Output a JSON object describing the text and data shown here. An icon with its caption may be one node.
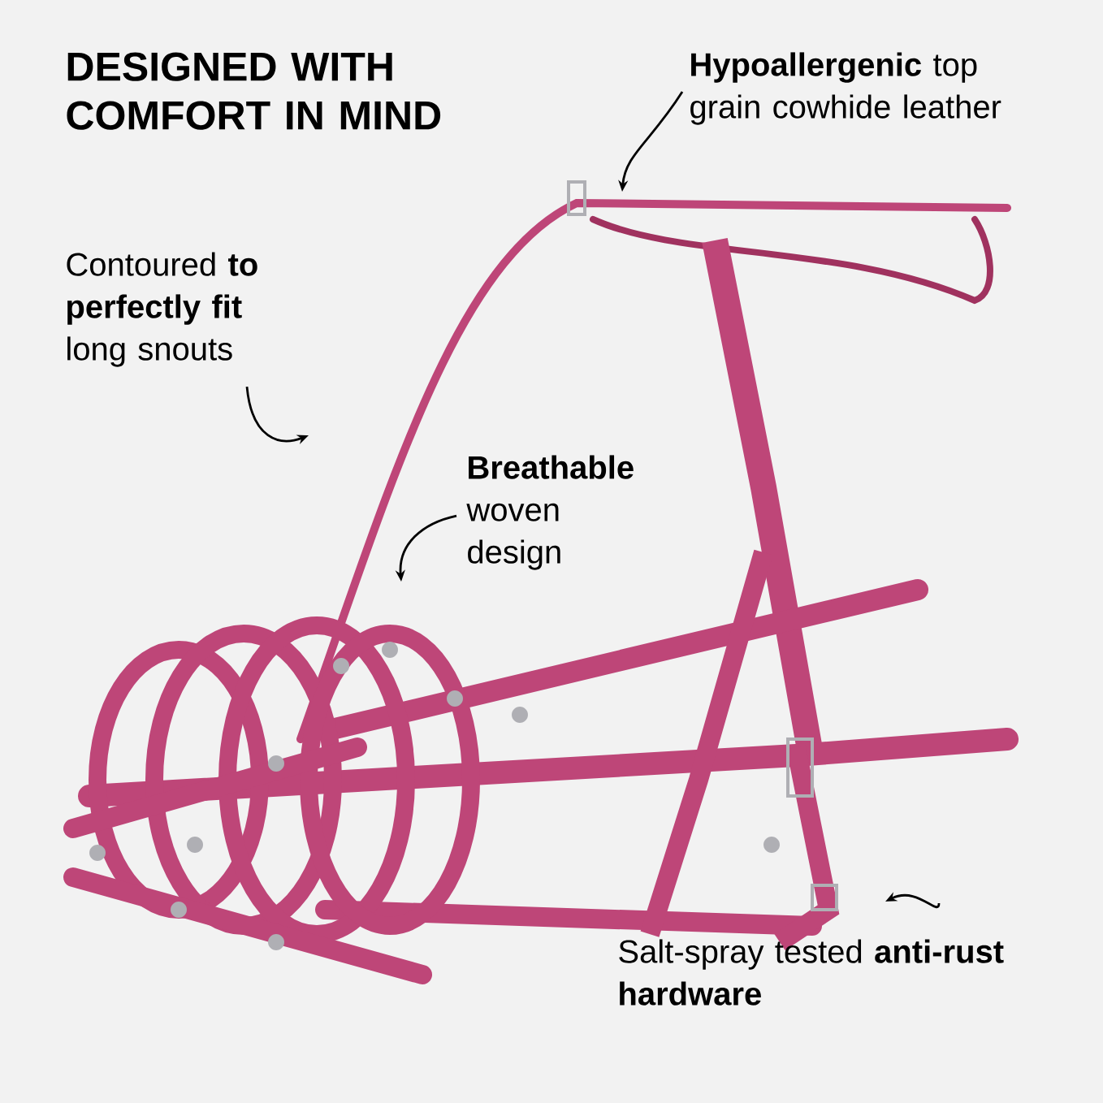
{
  "diagram": {
    "title": "DESIGNED WITH COMFORT IN MIND",
    "nodes": [
      {
        "text": [
          "**Hypoallergenic** top grain cowhide leather"
        ]
      },
      {
        "text": [
          "Contoured **to perfectly fit** long snouts"
        ]
      },
      {
        "text": [
          "**Breathable** woven design"
        ]
      },
      {
        "text": [
          "Salt-spray tested **anti-rust hardware**"
        ]
      }
    ],
    "edges": [
      {
        "from": 0,
        "to": null,
        "arrow": "to"
      },
      {
        "from": 1,
        "to": null,
        "arrow": "to"
      },
      {
        "from": 2,
        "to": null,
        "arrow": "to"
      },
      {
        "from": 3,
        "to": null,
        "arrow": "to"
      }
    ]
  }
}
